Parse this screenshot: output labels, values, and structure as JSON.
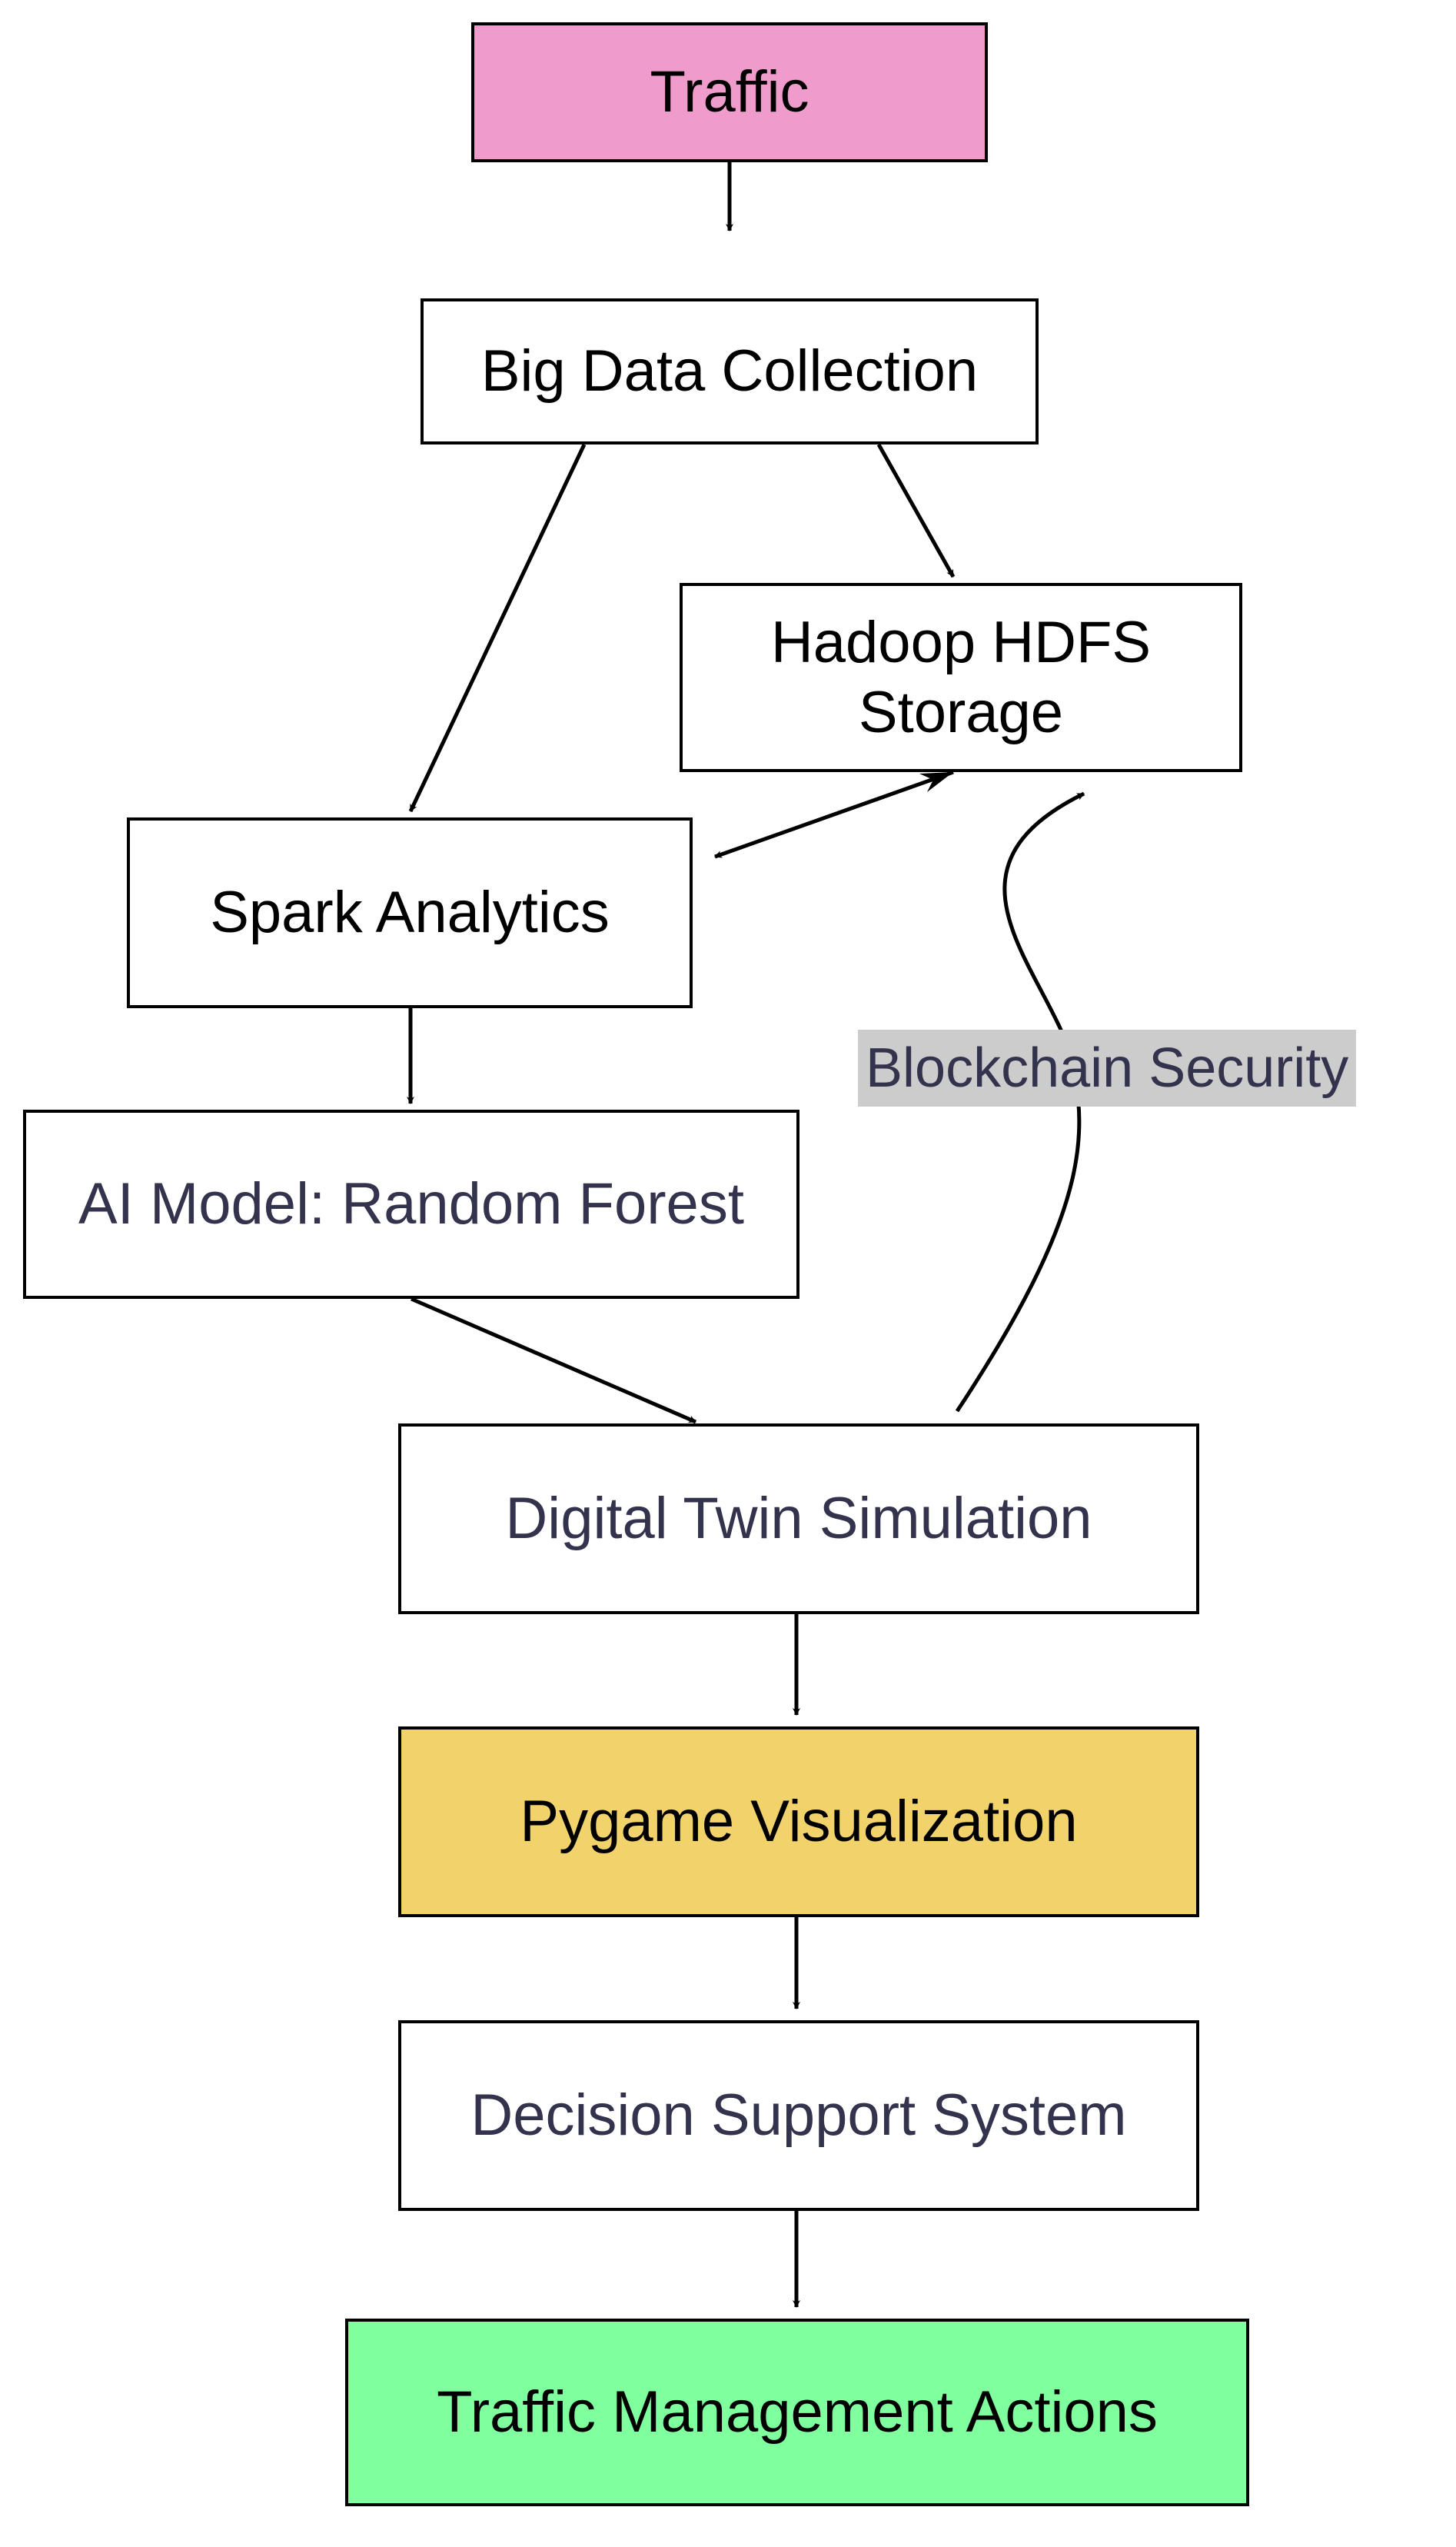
{
  "nodes": {
    "traffic": {
      "label": "Traffic",
      "fill": "#ef9bcb"
    },
    "big_data_collection": {
      "label": "Big Data Collection",
      "fill": "#ffffff"
    },
    "hadoop_hdfs_storage": {
      "label_line1": "Hadoop HDFS",
      "label_line2": "Storage",
      "fill": "#ffffff"
    },
    "spark_analytics": {
      "label": "Spark Analytics",
      "fill": "#ffffff"
    },
    "ai_model": {
      "label": "AI Model: Random Forest",
      "fill": "#ffffff"
    },
    "digital_twin_simulation": {
      "label": "Digital Twin Simulation",
      "fill": "#ffffff"
    },
    "pygame_visualization": {
      "label": "Pygame Visualization",
      "fill": "#f2d36b"
    },
    "decision_support_system": {
      "label": "Decision Support System",
      "fill": "#ffffff"
    },
    "traffic_management_actions": {
      "label": "Traffic Management Actions",
      "fill": "#80ff9f"
    }
  },
  "edge_labels": {
    "blockchain_security": "Blockchain Security"
  },
  "colors": {
    "stroke": "#000000",
    "label_text": "#33334d",
    "edge_label_bg": "#cccccc"
  }
}
